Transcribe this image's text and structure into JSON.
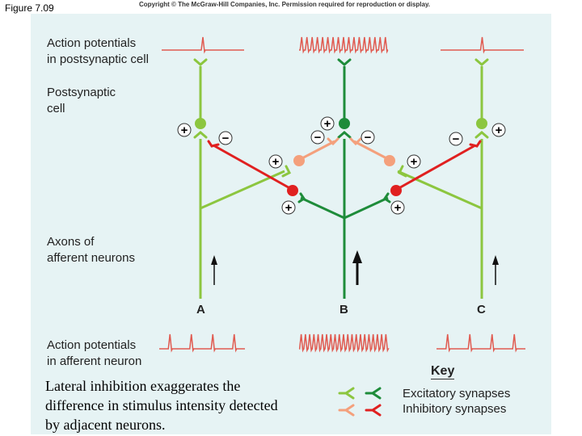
{
  "figure_label": "Figure 7.09",
  "copyright": "Copyright © The McGraw-Hill Companies, Inc. Permission required for reproduction or display.",
  "labels": {
    "ap_post_1": "Action potentials",
    "ap_post_2": "in postsynaptic cell",
    "postsyn_1": "Postsynaptic",
    "postsyn_2": "cell",
    "axons_1": "Axons of",
    "axons_2": "afferent neurons",
    "ap_aff_1": "Action potentials",
    "ap_aff_2": "in afferent neuron"
  },
  "neurons": {
    "a": "A",
    "b": "B",
    "c": "C"
  },
  "caption": "Lateral inhibition exaggerates the difference in stimulus intensity detected by adjacent neurons.",
  "key": {
    "title": "Key",
    "excitatory": "Excitatory synapses",
    "inhibitory": "Inhibitory synapses"
  },
  "signs": {
    "plus": "+",
    "minus": "−"
  },
  "spike_counts": {
    "post_a": 1,
    "post_b": 17,
    "post_c": 1,
    "aff_a": 4,
    "aff_b": 21,
    "aff_c": 4
  },
  "colors": {
    "panel_bg": "#e6f3f4",
    "light_green": "#8cc63f",
    "dark_green": "#1e8c3a",
    "light_red": "#f4a07c",
    "red": "#e02020",
    "trace": "#e05a50"
  }
}
